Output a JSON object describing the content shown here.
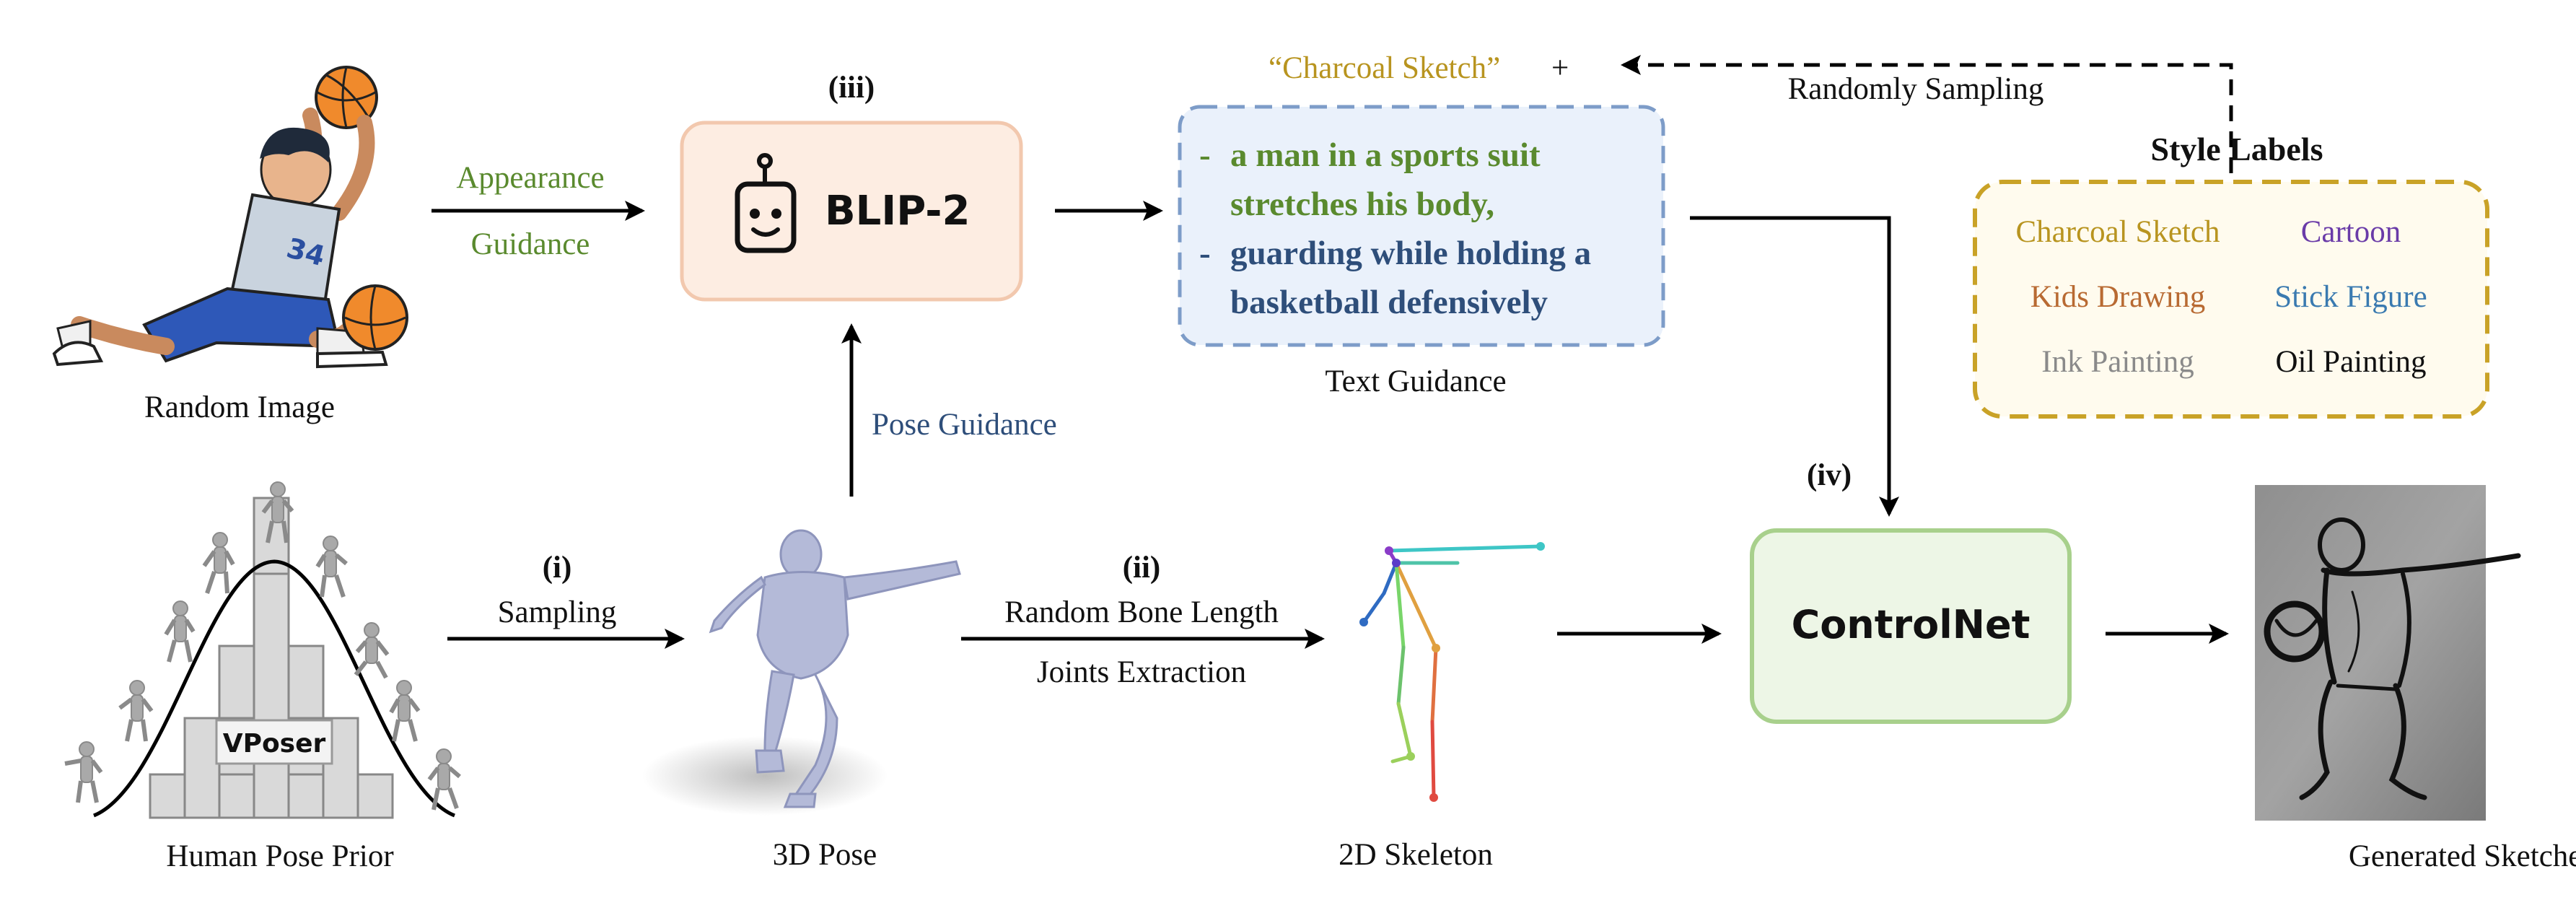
{
  "labels": {
    "random_image": "Random Image",
    "appearance": "Appearance",
    "guidance": "Guidance",
    "step_iii": "(iii)",
    "blip2": "BLIP-2",
    "pose_guidance": "Pose Guidance",
    "charcoal_prefix": "“Charcoal Sketch”",
    "plus": "+",
    "randomly_sampling": "Randomly Sampling",
    "caption_dash_1": "-",
    "caption_line_1a": "a man in a sports suit",
    "caption_line_1b": "stretches his body,",
    "caption_dash_2": "-",
    "caption_line_2a": "guarding while holding a",
    "caption_line_2b": "basketball defensively",
    "text_guidance": "Text Guidance",
    "style_labels_title": "Style Labels",
    "step_i": "(i)",
    "sampling": "Sampling",
    "step_ii": "(ii)",
    "random_bone_length": "Random Bone Length",
    "joints_extraction": "Joints Extraction",
    "step_iv": "(iv)",
    "controlnet": "ControlNet",
    "vposer": "VPoser",
    "human_pose_prior": "Human Pose Prior",
    "pose_3d": "3D Pose",
    "skeleton_2d": "2D Skeleton",
    "generated_sketches": "Generated Sketches"
  },
  "style_labels": [
    {
      "name": "Charcoal Sketch",
      "color": "#B8941F"
    },
    {
      "name": "Cartoon",
      "color": "#6A3BA8"
    },
    {
      "name": "Kids Drawing",
      "color": "#B86A32"
    },
    {
      "name": "Stick Figure",
      "color": "#3A7AB0"
    },
    {
      "name": "Ink Painting",
      "color": "#8A8A8A"
    },
    {
      "name": "Oil Painting",
      "color": "#111111"
    }
  ],
  "colors": {
    "green_text": "#5A8A2E",
    "blue_text": "#2E4E7A",
    "gold": "#B8941F",
    "blip_fill": "#FDEDE2",
    "blip_border": "#F2C8AE",
    "text_box_fill": "#EAF1FB",
    "text_box_border": "#7D9CC8",
    "style_box_fill": "#FFFBEE",
    "style_box_border": "#C9A227",
    "controlnet_fill": "#EDF6E6",
    "controlnet_border": "#A8D08C"
  }
}
